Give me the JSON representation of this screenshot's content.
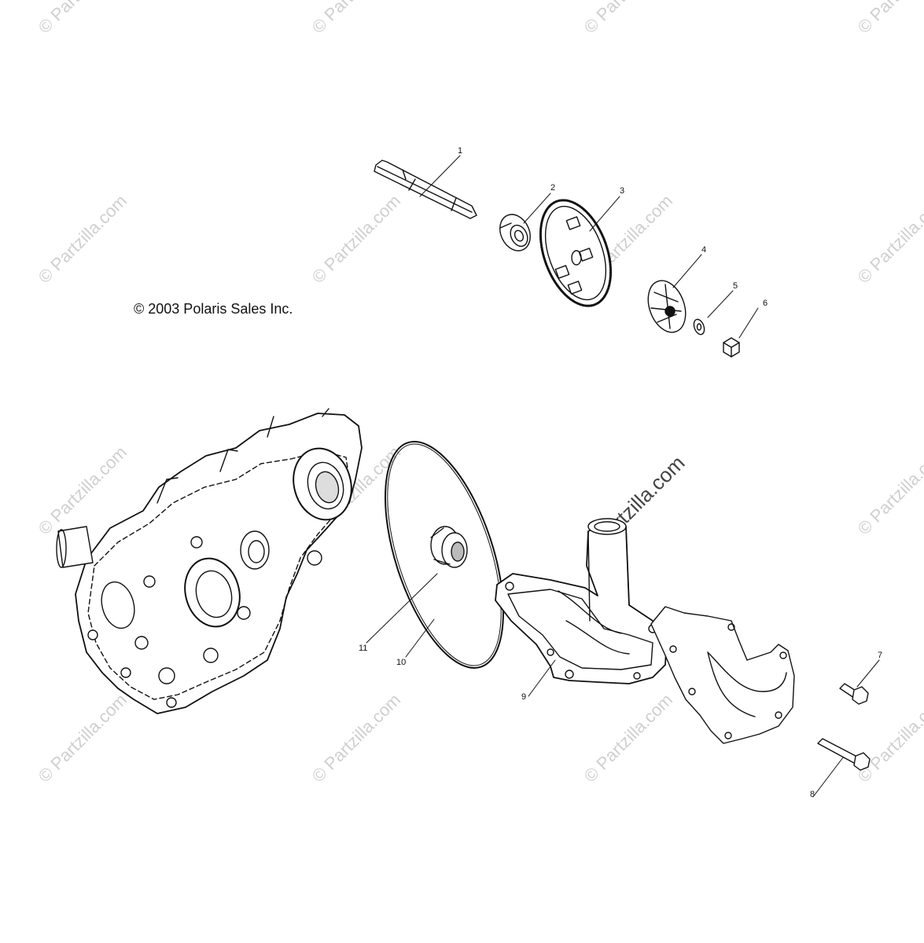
{
  "copyright": "© 2003 Polaris Sales Inc.",
  "watermark": "© Partzilla.com",
  "watermark_center": "Partzilla.com",
  "callouts": [
    "1",
    "2",
    "3",
    "4",
    "5",
    "6",
    "7",
    "8",
    "9",
    "10",
    "11"
  ],
  "colors": {
    "line": "#111111",
    "watermark": "#cfcfcf"
  }
}
